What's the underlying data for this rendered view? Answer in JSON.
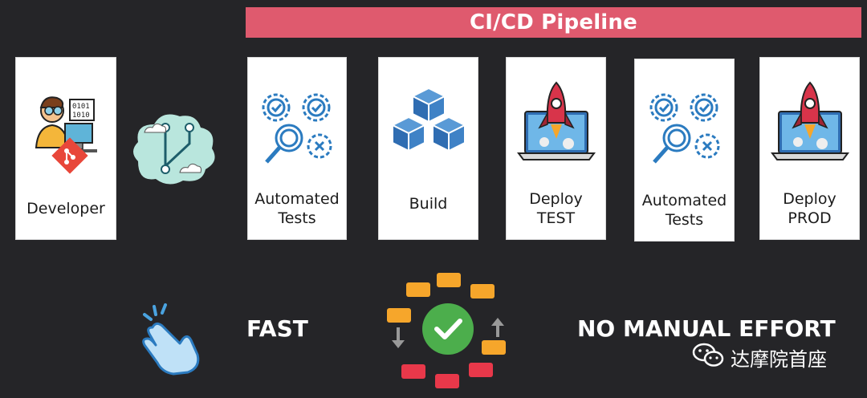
{
  "banner": {
    "title": "CI/CD Pipeline"
  },
  "cards": {
    "developer": "Developer",
    "tests1": "Automated\nTests",
    "build": "Build",
    "deploy_test": "Deploy\nTEST",
    "tests2": "Automated\nTests",
    "deploy_prod": "Deploy\nPROD"
  },
  "benefits": {
    "fast": "FAST",
    "no_manual": "NO MANUAL EFFORT"
  },
  "watermark": {
    "text": "达摩院首座"
  },
  "icons": {
    "developer": "developer-git-icon",
    "repo": "git-branch-cloud-icon",
    "tests": "gears-magnifier-icon",
    "build": "cubes-icon",
    "deploy": "rocket-laptop-icon",
    "fast": "tap-hand-icon",
    "automation": "cycle-check-icon"
  },
  "colors": {
    "banner": "#df5a6e",
    "background": "#252528",
    "accent_blue": "#2b7bc0"
  }
}
